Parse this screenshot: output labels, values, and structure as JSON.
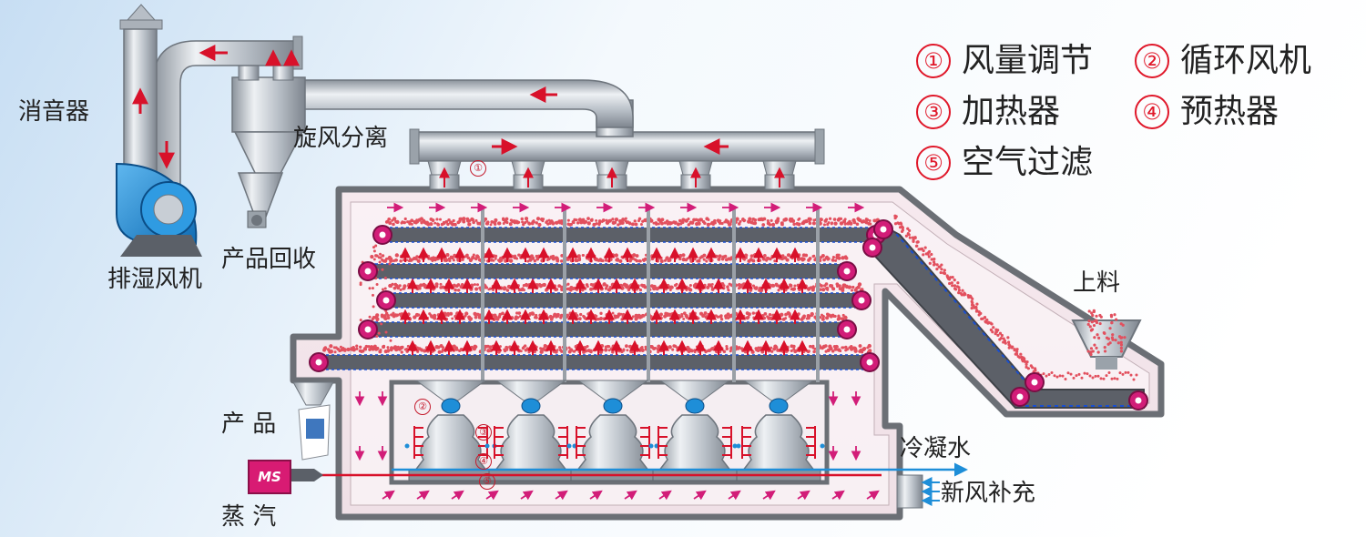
{
  "labels": {
    "muffler": "消音器",
    "exhaust_fan": "排湿风机",
    "cyclone": "旋风分离",
    "recovery": "产品回收",
    "product": "产 品",
    "steam": "蒸 汽",
    "feed": "上料",
    "condensate": "冷凝水",
    "fresh_air": "新风补充",
    "motor": "MS"
  },
  "legend": [
    {
      "num": "①",
      "text": "风量调节"
    },
    {
      "num": "②",
      "text": "循环风机"
    },
    {
      "num": "③",
      "text": "加热器"
    },
    {
      "num": "④",
      "text": "预热器"
    },
    {
      "num": "⑤",
      "text": "空气过滤"
    }
  ],
  "markers": [
    "①",
    "②",
    "③",
    "④",
    "⑤"
  ],
  "colors": {
    "pipe": "#b9c0c8",
    "chamber_border": "#6b6f75",
    "belt": "#5c6068",
    "arrow": "#d8112a",
    "particle": "#e2505e",
    "roller": "#d21d78",
    "blower": "#1e8ed8",
    "legend_accent": "#e0182a",
    "background": "#e6f2fb"
  }
}
